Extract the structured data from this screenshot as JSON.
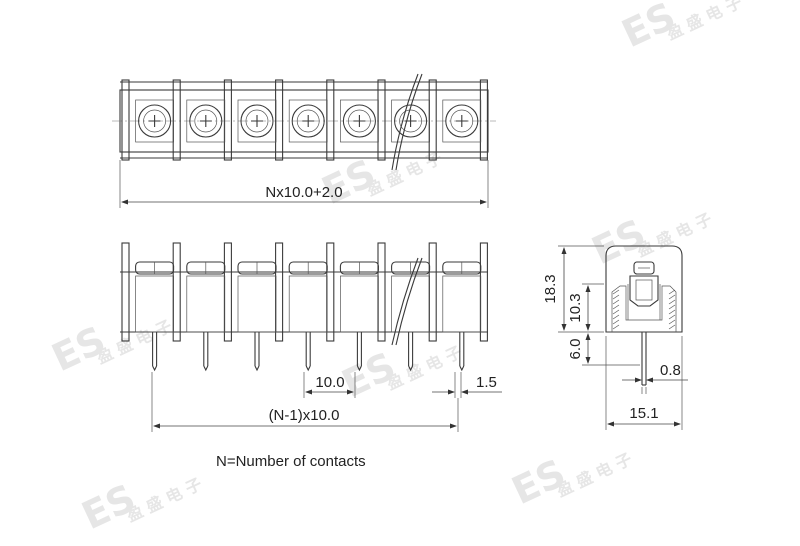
{
  "watermark": {
    "logo": "ES",
    "chinese": "盈 盛 电 子"
  },
  "top_view": {
    "width_dimension": "Nx10.0+2.0"
  },
  "front_view": {
    "pitch_dimension": "10.0",
    "pin_width_dimension": "1.5",
    "span_dimension": "(N-1)x10.0"
  },
  "side_view": {
    "total_height": "18.3",
    "body_height": "10.3",
    "pin_length": "6.0",
    "pin_thickness": "0.8",
    "depth": "15.1"
  },
  "note": "N=Number of contacts"
}
